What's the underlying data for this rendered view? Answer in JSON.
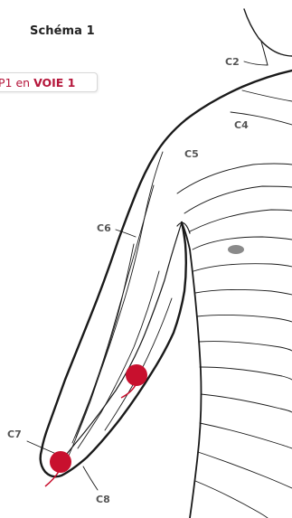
{
  "title": "Schéma 1",
  "badge": {
    "prefix": "P1 en",
    "voie": "VOIE 1"
  },
  "labels": {
    "c2": "C2",
    "c4": "C4",
    "c5": "C5",
    "c6": "C6",
    "c7": "C7",
    "c8": "C8"
  },
  "colors": {
    "electrode": "#c8102e",
    "accent": "#b5163b",
    "outline": "#1a1a1a"
  }
}
